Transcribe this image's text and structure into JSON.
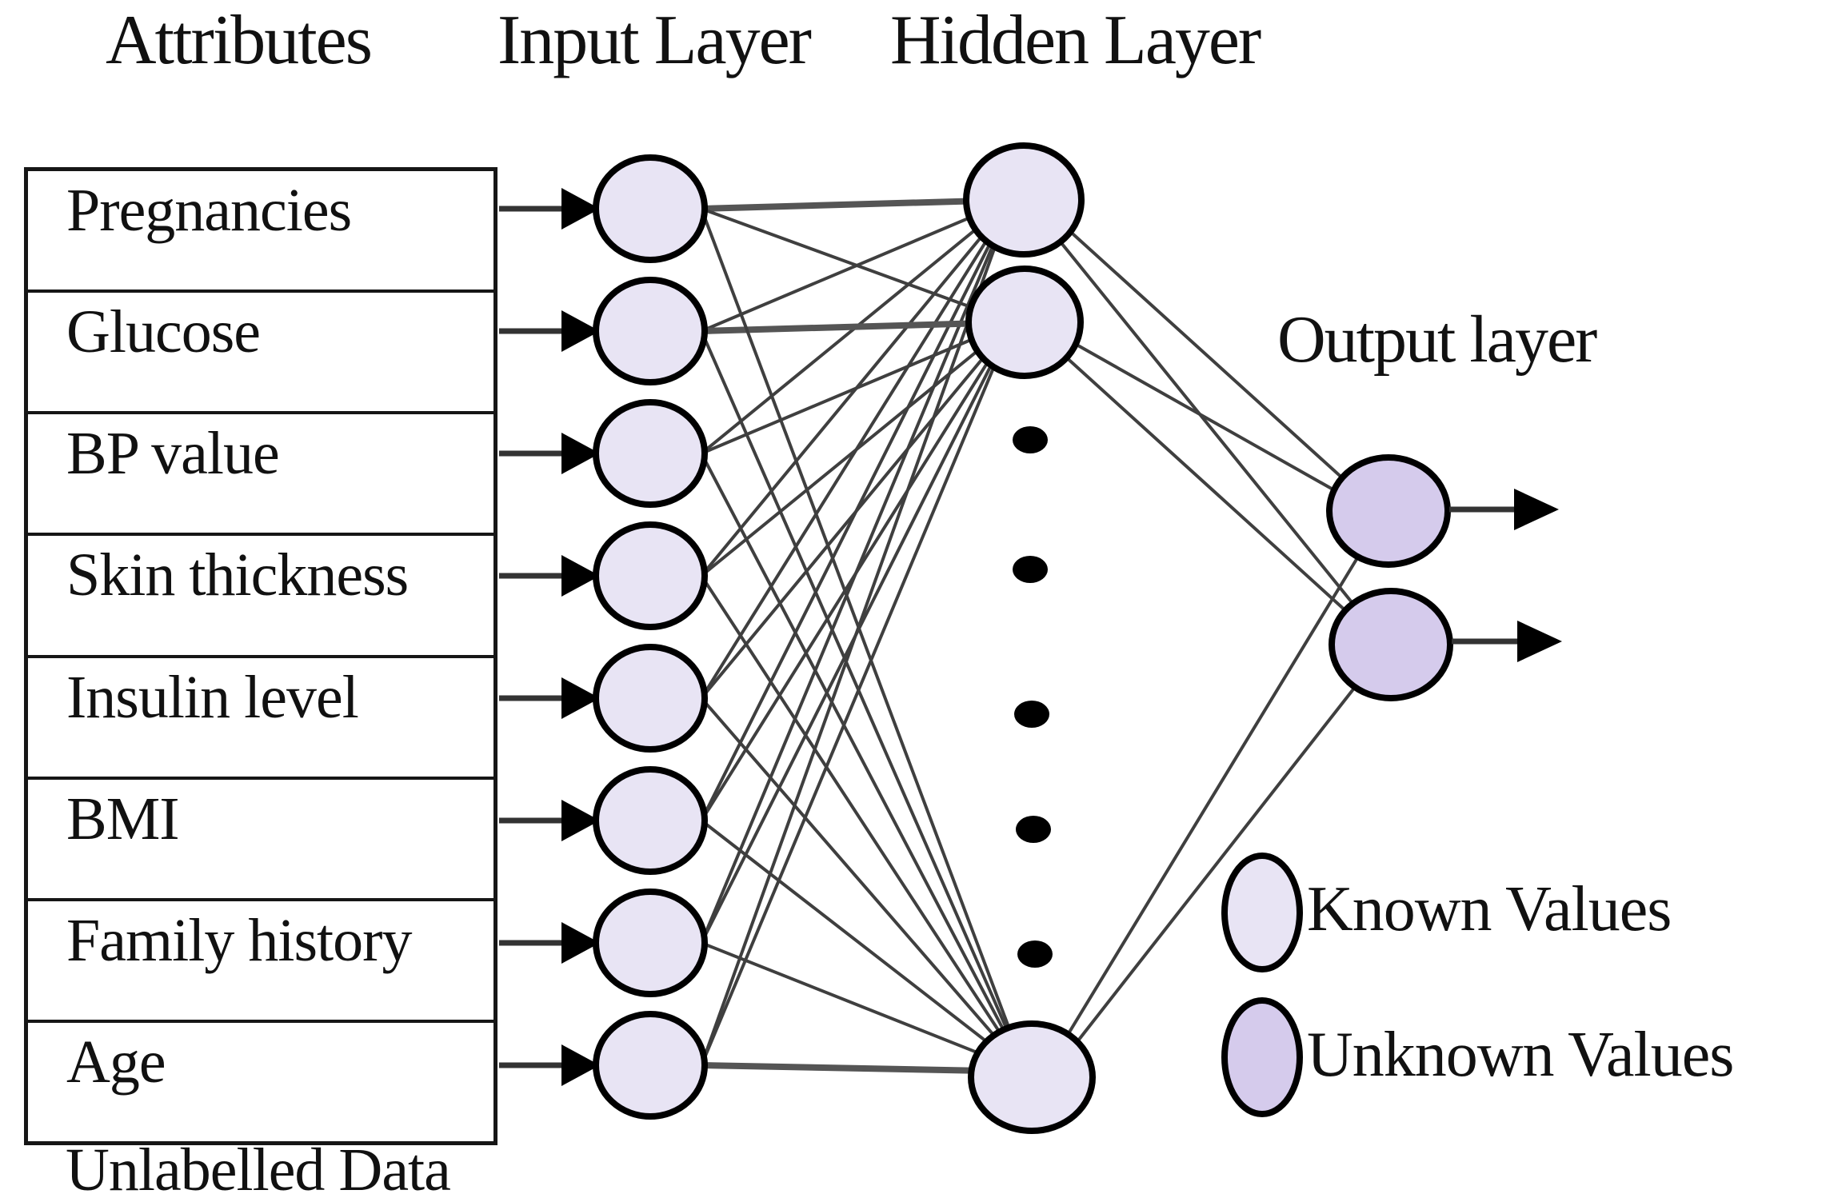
{
  "headers": {
    "attributes": "Attributes",
    "input_layer": "Input Layer",
    "hidden_layer": "Hidden Layer",
    "output_layer": "Output layer"
  },
  "attributes_table": {
    "rows": [
      "Pregnancies",
      "Glucose",
      "BP value",
      "Skin thickness",
      "Insulin level",
      "BMI",
      "Family history",
      "Age"
    ],
    "caption": "Unlabelled Data"
  },
  "legend": {
    "known_label": "Known Values",
    "unknown_label": "Unknown Values"
  },
  "diagram": {
    "input_node_count": 8,
    "hidden_visible_node_count": 3,
    "hidden_ellipsis_dot_count": 5,
    "output_node_count": 2
  },
  "colors": {
    "known_fill": "#e8e4f4",
    "unknown_fill": "#d5cbec",
    "node_stroke": "#000000",
    "edge": "#3f3f3f",
    "text": "#111111",
    "background": "#ffffff"
  }
}
